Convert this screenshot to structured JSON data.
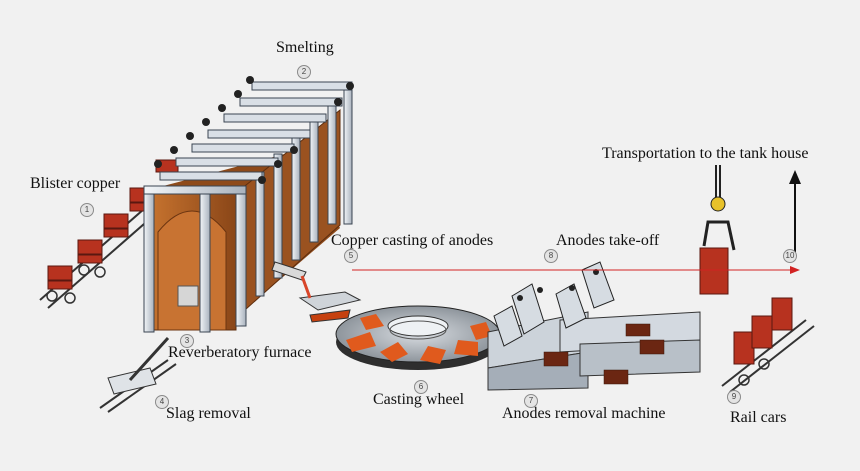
{
  "labels": {
    "smelting": "Smelting",
    "blister_copper": "Blister copper",
    "reverberatory_furnace": "Reverberatory furnace",
    "slag_removal": "Slag removal",
    "copper_casting": "Copper casting of anodes",
    "casting_wheel": "Casting wheel",
    "anodes_takeoff": "Anodes take-off",
    "anodes_removal": "Anodes removal machine",
    "transportation": "Transportation to the tank house",
    "rail_cars": "Rail cars"
  },
  "steps": {
    "s1": "1",
    "s2": "2",
    "s3": "3",
    "s4": "4",
    "s5": "5",
    "s6": "6",
    "s7": "7",
    "s8": "8",
    "s9": "9",
    "s10": "10"
  },
  "colors": {
    "background": "#f1f1f1",
    "copper": "#b7321f",
    "furnace_brick": "#a85a22",
    "steel": "#d3d9e0",
    "flow_arrow": "#d22222"
  }
}
